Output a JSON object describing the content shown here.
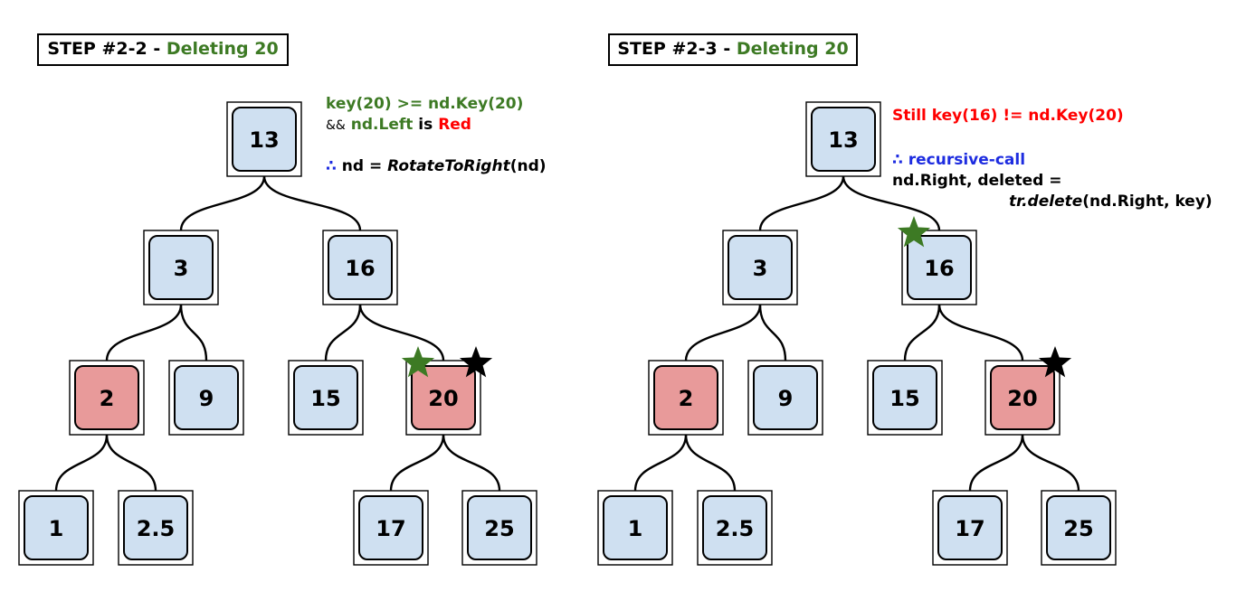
{
  "panels": [
    {
      "step_prefix": "STEP #2-2 - ",
      "step_action": "Deleting 20",
      "notes": {
        "line1": "key(20) >= nd.Key(20)",
        "line2_amp": "&&",
        "line2_a": "nd.Left",
        "line2_b": " is ",
        "line2_c": "Red",
        "line3_therefore": "∴",
        "line3_a": " nd = ",
        "line3_b": "RotateToRight",
        "line3_c": "(nd)"
      },
      "nodes": [
        {
          "id": "13",
          "label": "13",
          "color": "blue"
        },
        {
          "id": "3",
          "label": "3",
          "color": "blue"
        },
        {
          "id": "16",
          "label": "16",
          "color": "blue"
        },
        {
          "id": "2",
          "label": "2",
          "color": "red"
        },
        {
          "id": "9",
          "label": "9",
          "color": "blue"
        },
        {
          "id": "15",
          "label": "15",
          "color": "blue"
        },
        {
          "id": "20",
          "label": "20",
          "color": "red"
        },
        {
          "id": "1",
          "label": "1",
          "color": "blue"
        },
        {
          "id": "2.5",
          "label": "2.5",
          "color": "blue"
        },
        {
          "id": "17",
          "label": "17",
          "color": "blue"
        },
        {
          "id": "25",
          "label": "25",
          "color": "blue"
        }
      ],
      "edges": [
        [
          "13",
          "3"
        ],
        [
          "13",
          "16"
        ],
        [
          "3",
          "2"
        ],
        [
          "3",
          "9"
        ],
        [
          "16",
          "15"
        ],
        [
          "16",
          "20"
        ],
        [
          "2",
          "1"
        ],
        [
          "2",
          "2.5"
        ],
        [
          "20",
          "17"
        ],
        [
          "20",
          "25"
        ]
      ],
      "stars": [
        {
          "node": "20",
          "color": "#3d7a24"
        },
        {
          "node": "20",
          "color": "#000000"
        }
      ]
    },
    {
      "step_prefix": "STEP #2-3 - ",
      "step_action": "Deleting 20",
      "notes": {
        "line1": "Still key(16) != nd.Key(20)",
        "line2_therefore": "∴",
        "line2_a": " recursive-call",
        "line3": "nd.Right, deleted =",
        "line4_a": "tr.delete",
        "line4_b": "(nd.Right, key)"
      },
      "nodes": [
        {
          "id": "13",
          "label": "13",
          "color": "blue"
        },
        {
          "id": "3",
          "label": "3",
          "color": "blue"
        },
        {
          "id": "16",
          "label": "16",
          "color": "blue"
        },
        {
          "id": "2",
          "label": "2",
          "color": "red"
        },
        {
          "id": "9",
          "label": "9",
          "color": "blue"
        },
        {
          "id": "15",
          "label": "15",
          "color": "blue"
        },
        {
          "id": "20",
          "label": "20",
          "color": "red"
        },
        {
          "id": "1",
          "label": "1",
          "color": "blue"
        },
        {
          "id": "2.5",
          "label": "2.5",
          "color": "blue"
        },
        {
          "id": "17",
          "label": "17",
          "color": "blue"
        },
        {
          "id": "25",
          "label": "25",
          "color": "blue"
        }
      ],
      "edges": [
        [
          "13",
          "3"
        ],
        [
          "13",
          "16"
        ],
        [
          "3",
          "2"
        ],
        [
          "3",
          "9"
        ],
        [
          "16",
          "15"
        ],
        [
          "16",
          "20"
        ],
        [
          "2",
          "1"
        ],
        [
          "2",
          "2.5"
        ],
        [
          "20",
          "17"
        ],
        [
          "20",
          "25"
        ]
      ],
      "stars": [
        {
          "node": "16",
          "color": "#3d7a24"
        },
        {
          "node": "20",
          "color": "#000000"
        }
      ]
    }
  ],
  "colors": {
    "blue_node": "#cfe0f1",
    "red_node": "#e89a9a",
    "green_text": "#3d7a24",
    "red_text": "#ff0000",
    "blue_text": "#1d2ce0"
  }
}
